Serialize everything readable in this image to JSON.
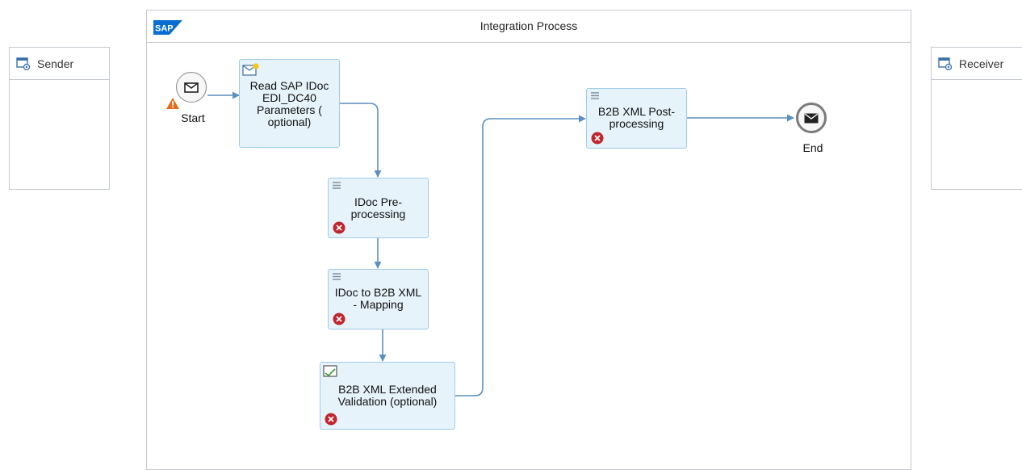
{
  "sender": {
    "label": "Sender"
  },
  "receiver": {
    "label": "Receiver"
  },
  "pool": {
    "title": "Integration Process",
    "logo_text": "SAP"
  },
  "events": {
    "start": {
      "label": "Start"
    },
    "end": {
      "label": "End"
    }
  },
  "steps": [
    {
      "id": "read-sap-idoc",
      "lines": [
        "Read SAP IDoc",
        "EDI_DC40",
        "Parameters (",
        "optional)"
      ],
      "icon": "content-modifier-icon",
      "has_error": false
    },
    {
      "id": "idoc-pre-processing",
      "lines": [
        "IDoc Pre-",
        "processing"
      ],
      "icon": "process-call-icon",
      "has_error": true
    },
    {
      "id": "idoc-to-b2b-mapping",
      "lines": [
        "IDoc to B2B XML",
        "- Mapping"
      ],
      "icon": "process-call-icon",
      "has_error": true
    },
    {
      "id": "b2b-xml-validation",
      "lines": [
        "B2B XML Extended",
        "Validation (optional)"
      ],
      "icon": "validator-icon",
      "has_error": true
    },
    {
      "id": "b2b-xml-post-processing",
      "lines": [
        "B2B XML Post-",
        "processing"
      ],
      "icon": "process-call-icon",
      "has_error": true
    }
  ],
  "colors": {
    "step_fill": "#e6f3fb",
    "step_border": "#9fcbe8",
    "flow_line": "#5b8fbf",
    "error_icon": "#c0262d",
    "warning_icon": "#e46c1f",
    "sap_logo": "#0a6ed1"
  }
}
